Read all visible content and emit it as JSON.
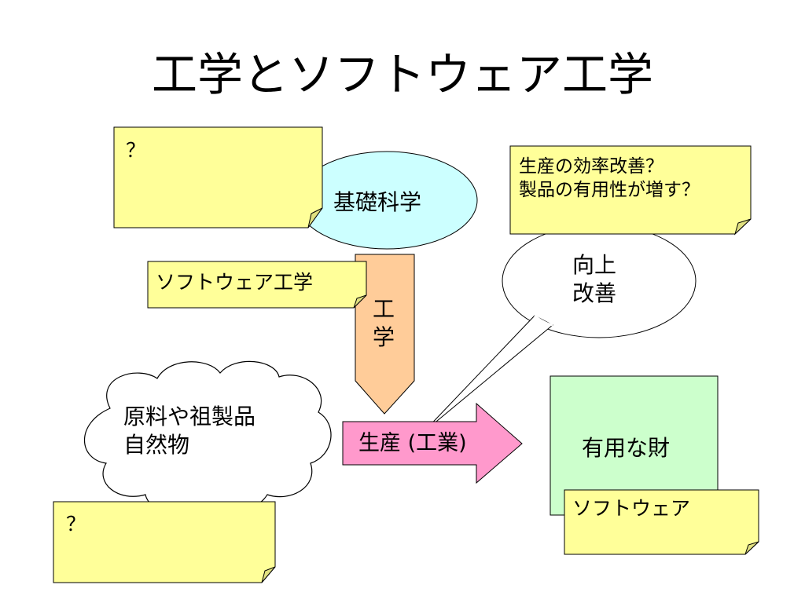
{
  "title": "工学とソフトウェア工学",
  "nodes": {
    "basic_science": "基礎科学",
    "engineering_arrow": "工\n学",
    "raw_materials": "原料や祖製品\n自然物",
    "production": "生産 (工業)",
    "useful_goods": "有用な財",
    "improvement_bubble": "向上\n改善"
  },
  "notes": {
    "top_left_question": "？",
    "software_engineering": "ソフトウェア工学",
    "efficiency": "生産の効率改善？\n製品の有用性が増す？",
    "bottom_left_question": "？",
    "software": "ソフトウェア"
  },
  "colors": {
    "note_fill": "#ffff99",
    "ellipse_fill": "#ccffff",
    "arrow_down_fill": "#ffcc99",
    "arrow_right_fill": "#ff99cc",
    "goods_fill": "#ccffcc"
  }
}
